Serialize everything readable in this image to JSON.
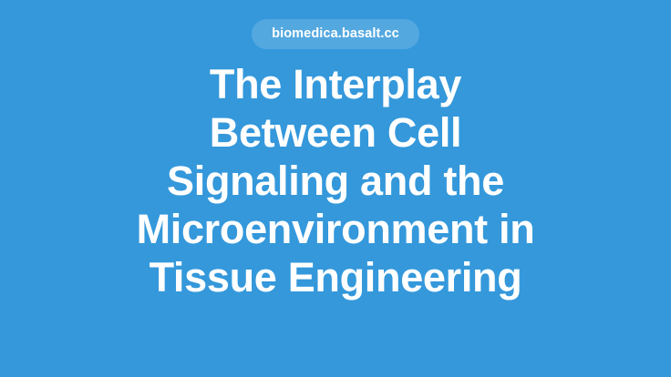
{
  "card": {
    "background_color": "#3498db",
    "text_color": "#ffffff",
    "badge_background_color": "rgba(255,255,255,0.16)"
  },
  "badge": {
    "label": "biomedica.basalt.cc"
  },
  "title": {
    "full": "The Interplay Between Cell Signaling and the Microenvironment in Tissue Engineering",
    "lines": [
      "The Interplay",
      "Between Cell",
      "Signaling and the",
      "Microenvironment in",
      "Tissue Engineering"
    ]
  }
}
